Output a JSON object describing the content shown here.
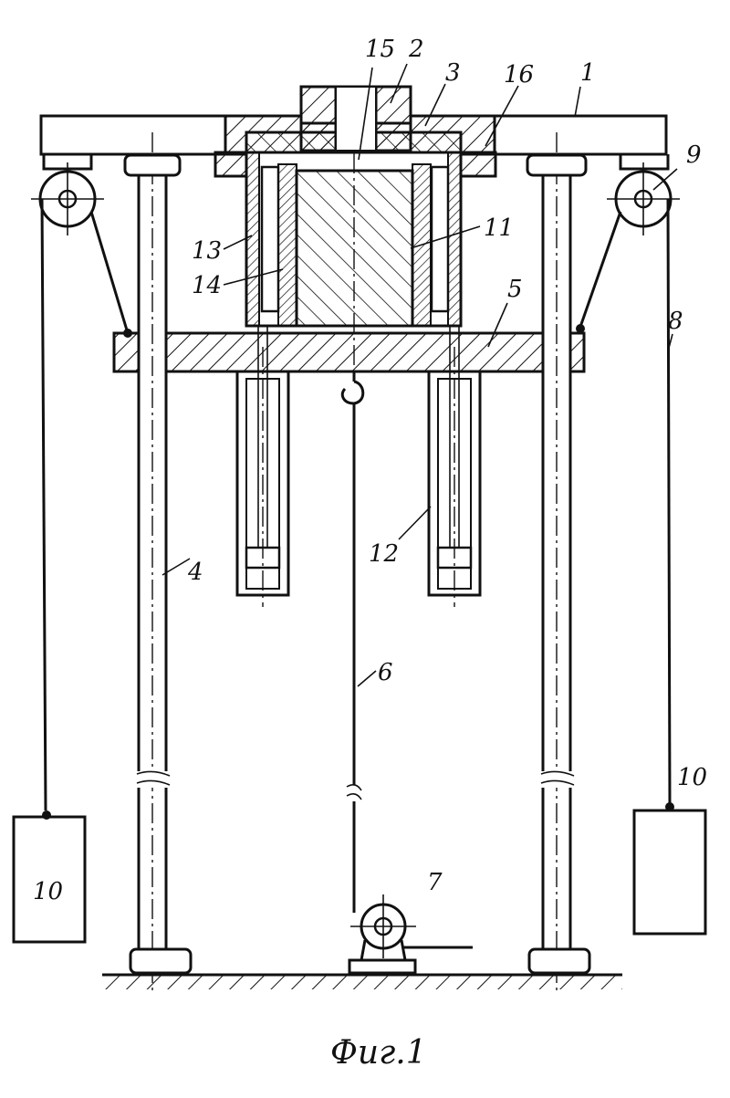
{
  "labels": {
    "l1": "1",
    "l2": "2",
    "l3": "3",
    "l4": "4",
    "l5": "5",
    "l6": "6",
    "l7": "7",
    "l8": "8",
    "l9": "9",
    "l10_left": "10",
    "l10_right": "10",
    "l11": "11",
    "l12": "12",
    "l13": "13",
    "l14": "14",
    "l15": "15",
    "l16": "16"
  },
  "caption": "Фиг.1"
}
